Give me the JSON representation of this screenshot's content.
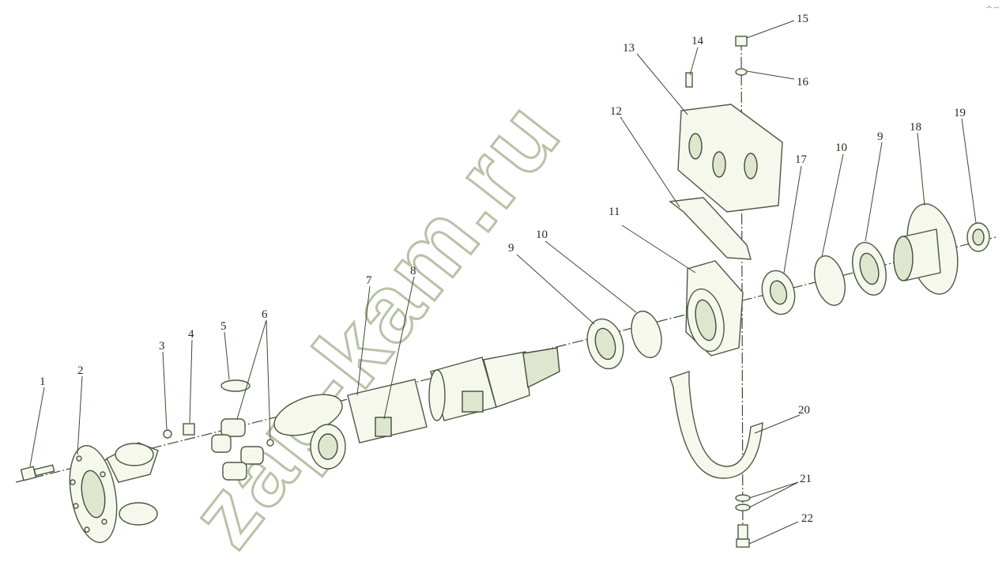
{
  "watermark": "zap-kam.ru",
  "corner_mark": "-*- ---",
  "callouts": [
    "1",
    "2",
    "3",
    "4",
    "5",
    "6",
    "7",
    "8",
    "9",
    "10",
    "11",
    "12",
    "13",
    "14",
    "15",
    "16",
    "9",
    "10",
    "17",
    "18",
    "19",
    "20",
    "21",
    "22"
  ],
  "colors": {
    "line": "#3b4a33",
    "fill": "#f6f8ee",
    "background": "#ffffff"
  }
}
